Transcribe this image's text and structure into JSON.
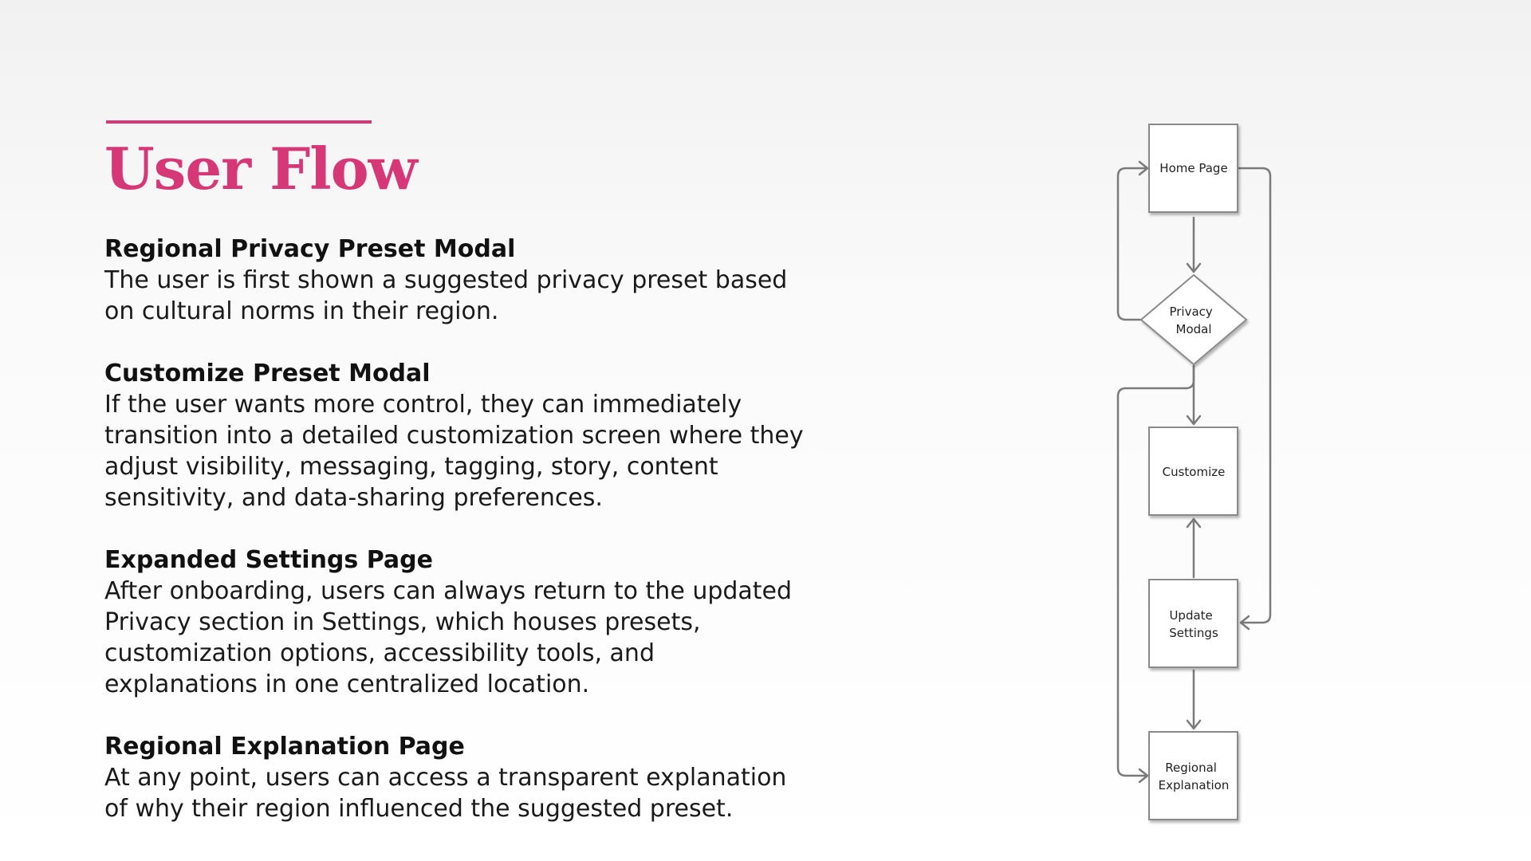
{
  "title": "User Flow",
  "accent_color": "#d63877",
  "sections": [
    {
      "heading": "Regional Privacy Preset Modal",
      "body": "The user is first shown a suggested privacy preset based\non cultural norms in their region."
    },
    {
      "heading": "Customize Preset Modal",
      "body": "If the user wants more control, they can immediately\ntransition into a detailed customization screen where they\nadjust visibility, messaging, tagging, story, content\nsensitivity, and data-sharing preferences."
    },
    {
      "heading": "Expanded Settings Page",
      "body": "After onboarding, users can always return to the updated\nPrivacy section in Settings, which houses presets,\ncustomization options, accessibility tools, and\nexplanations in one centralized location."
    },
    {
      "heading": "Regional Explanation Page",
      "body": "At any point, users can access a transparent explanation\nof why their region influenced the suggested preset."
    }
  ],
  "flow": {
    "nodes": {
      "home": {
        "lines": [
          "Home Page"
        ]
      },
      "privacy": {
        "lines": [
          "Privacy",
          "Modal"
        ]
      },
      "customize": {
        "lines": [
          "Customize"
        ]
      },
      "update": {
        "lines": [
          "Update",
          "Settings"
        ]
      },
      "explanation": {
        "lines": [
          "Regional",
          "Explanation"
        ]
      }
    }
  }
}
